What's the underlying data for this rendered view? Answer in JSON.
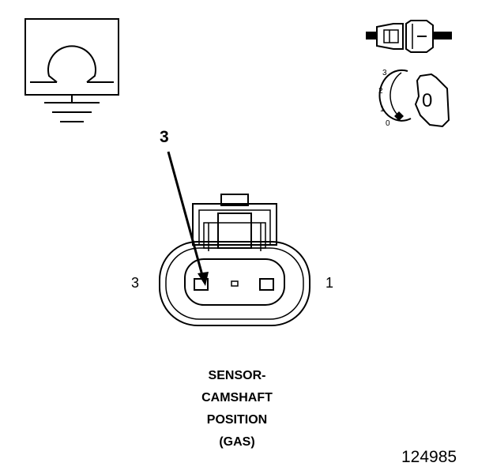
{
  "callout": {
    "label": "3"
  },
  "connector": {
    "pin_left_label": "3",
    "pin_right_label": "1"
  },
  "caption": {
    "lines": [
      "SENSOR-",
      "CAMSHAFT",
      "POSITION",
      "(GAS)"
    ]
  },
  "key_switch": {
    "positions": [
      "3",
      "2",
      "1",
      "0"
    ],
    "key_label": "0"
  },
  "figure_number": "124985"
}
